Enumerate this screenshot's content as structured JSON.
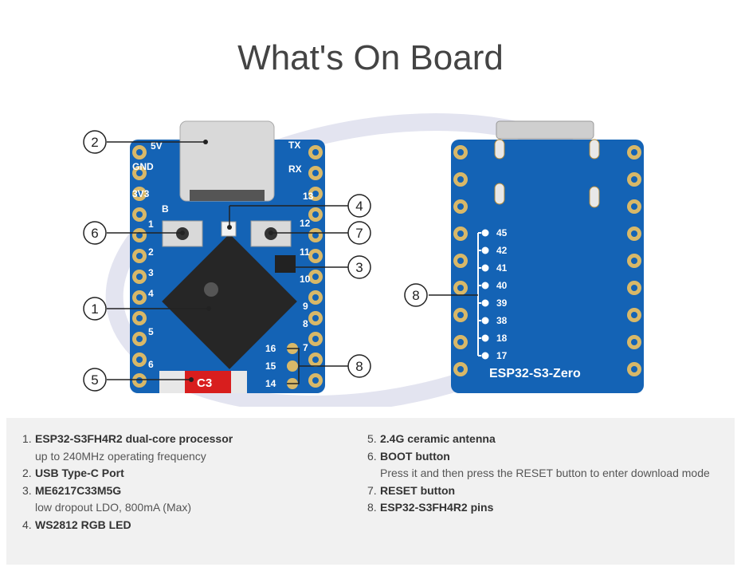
{
  "title": "What's On Board",
  "board_front": {
    "pin_labels": {
      "left": [
        "5V",
        "GND",
        "3V3",
        "1",
        "2",
        "3",
        "4",
        "5",
        "6"
      ],
      "right": [
        "TX",
        "RX",
        "13",
        "12",
        "11",
        "10",
        "9",
        "8",
        "7"
      ],
      "inner": [
        "16",
        "15",
        "14"
      ],
      "top_left": "B",
      "antenna": "C3"
    }
  },
  "board_back": {
    "pins": [
      "45",
      "42",
      "41",
      "40",
      "39",
      "38",
      "18",
      "17"
    ],
    "name": "ESP32-S3-Zero"
  },
  "callouts": [
    "1",
    "2",
    "3",
    "4",
    "5",
    "6",
    "7",
    "8",
    "8"
  ],
  "components": [
    {
      "num": "1.",
      "name": "ESP32-S3FH4R2 dual-core processor",
      "desc": "up to 240MHz operating frequency"
    },
    {
      "num": "2.",
      "name": "USB Type-C Port",
      "desc": ""
    },
    {
      "num": "3.",
      "name": "ME6217C33M5G",
      "desc": "low dropout LDO, 800mA (Max)"
    },
    {
      "num": "4.",
      "name": "WS2812 RGB LED",
      "desc": ""
    },
    {
      "num": "5.",
      "name": "2.4G ceramic antenna",
      "desc": ""
    },
    {
      "num": "6.",
      "name": "BOOT button",
      "desc": "Press it and then press the RESET button to enter download mode"
    },
    {
      "num": "7.",
      "name": "RESET button",
      "desc": ""
    },
    {
      "num": "8.",
      "name": "ESP32-S3FH4R2 pins",
      "desc": ""
    }
  ],
  "colors": {
    "pcb": "#1463b5",
    "gold": "#d8b868",
    "copper_text": "#ffffff",
    "antenna": "#d81e1e"
  }
}
